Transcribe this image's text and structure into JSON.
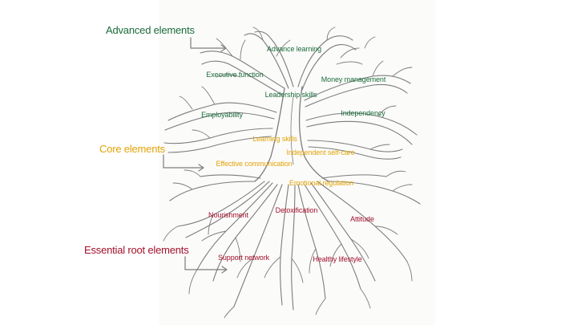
{
  "categories": {
    "advanced": {
      "label": "Advanced elements",
      "color": "#1b6b3a"
    },
    "core": {
      "label": "Core elements",
      "color": "#e3a306"
    },
    "root": {
      "label": "Essential root elements",
      "color": "#a3102b"
    }
  },
  "labels": {
    "advance_learning": "Advance learning",
    "executive_function": "Executive function",
    "money_management": "Money management",
    "leadership_skills": "Leadership skills",
    "employability": "Employability",
    "independency": "Independency",
    "learning_skills": "Learning skills",
    "independent_self_care": "Independent self-care",
    "effective_communication": "Effective communication",
    "emotional_regulation": "Emotional regulation",
    "detoxification": "Detoxification",
    "nourishment": "Nourishment",
    "attitude": "Attitude",
    "support_network": "Support network",
    "healthy_lifestyle": "Healthy lifestyle"
  }
}
